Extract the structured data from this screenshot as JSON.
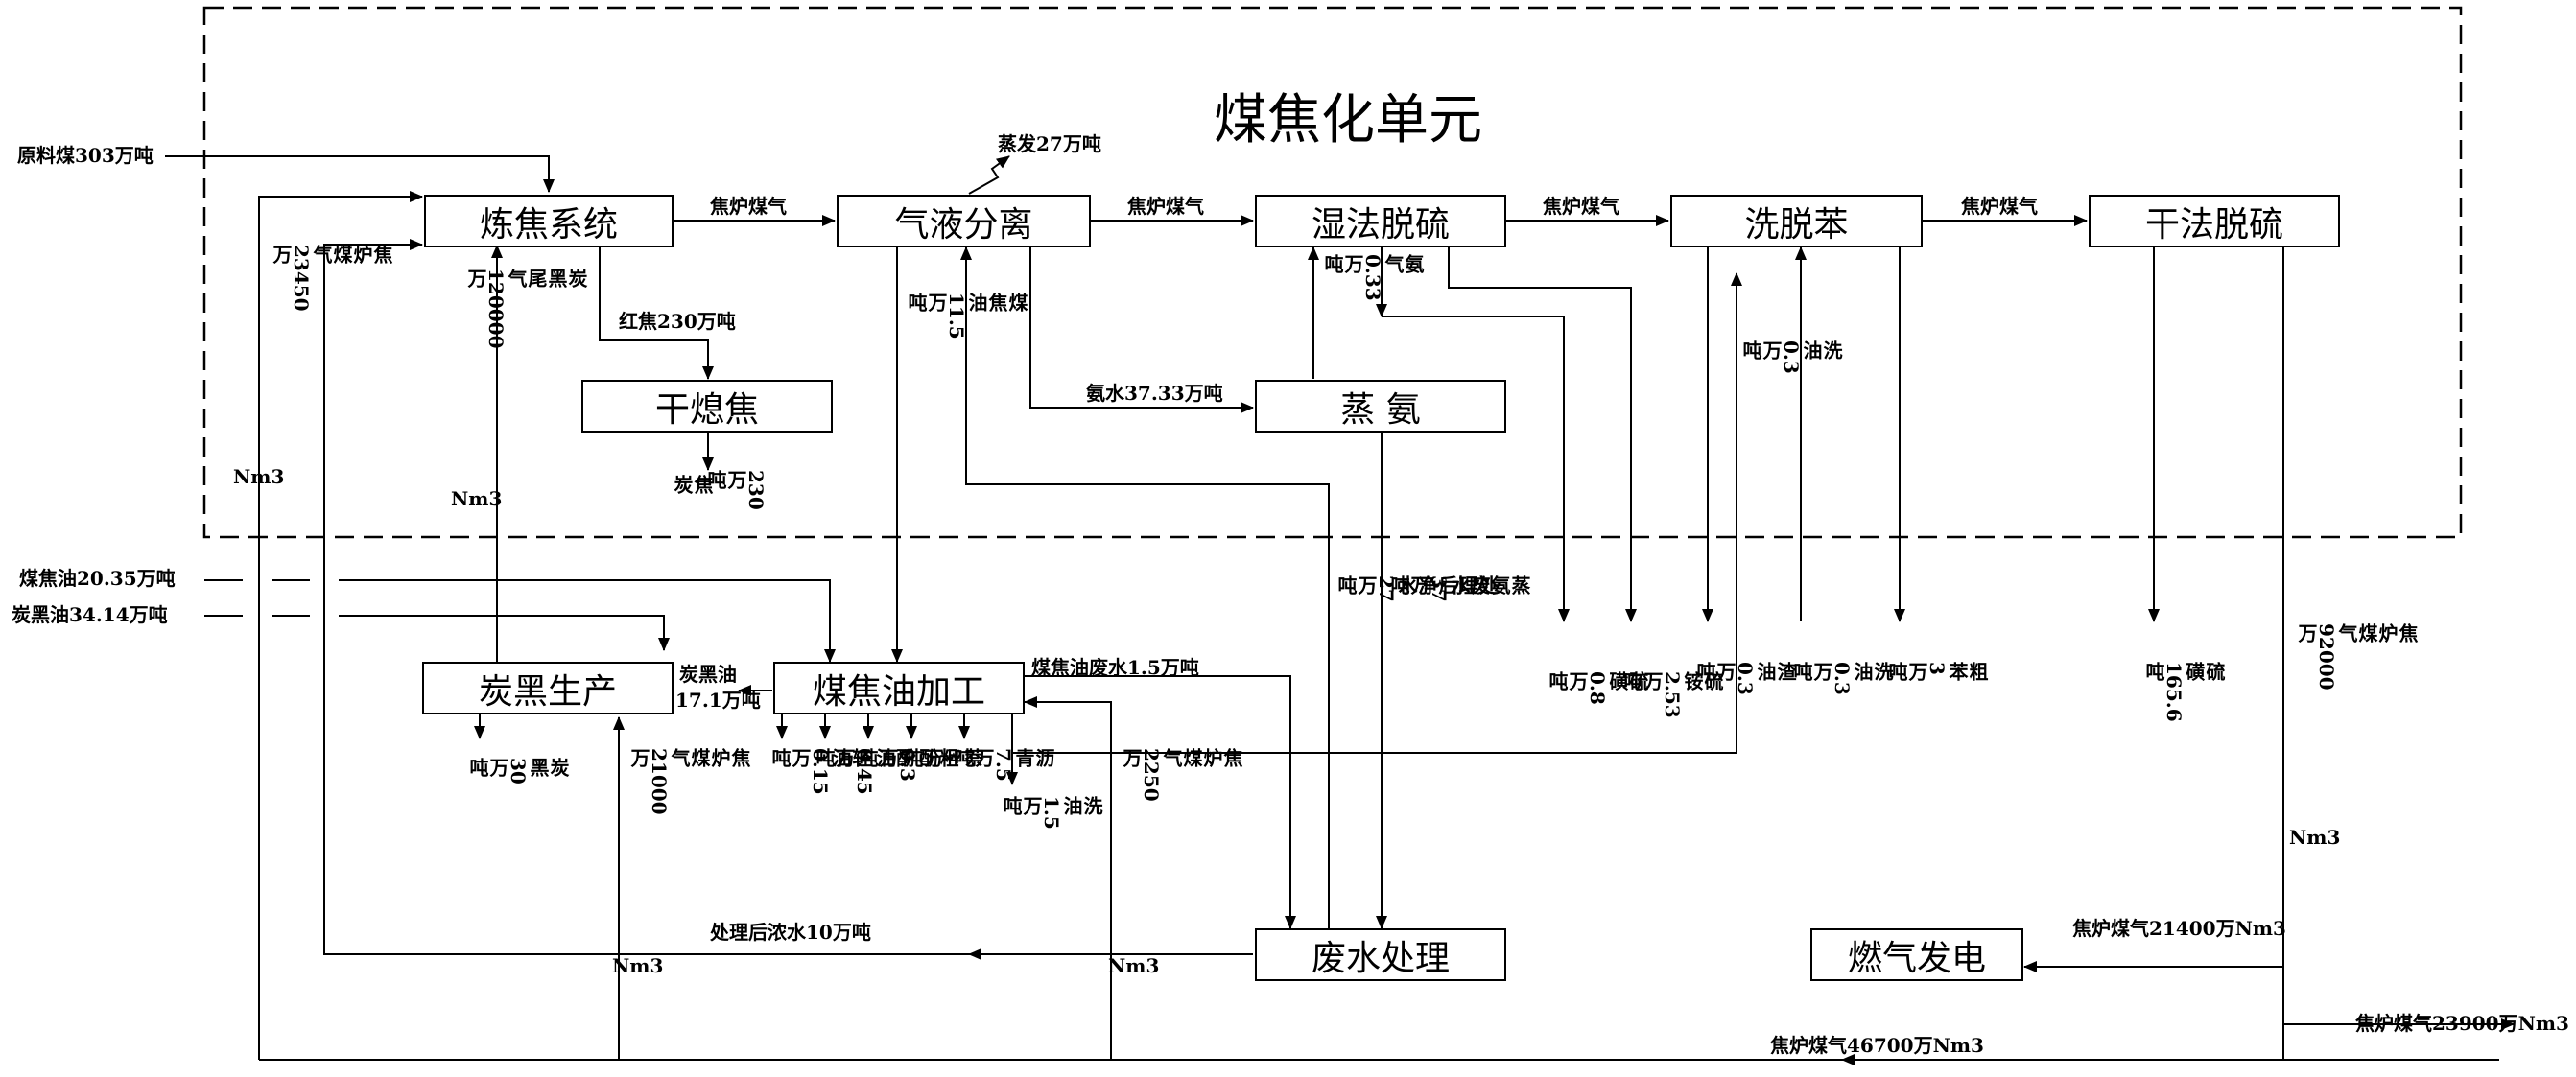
{
  "unit_title": "煤焦化单元",
  "boxes": {
    "lianjiao": "炼焦系统",
    "qiye": "气液分离",
    "shifa": "湿法脱硫",
    "xituoben": "洗脱苯",
    "ganfa": "干法脱硫",
    "ganxijiao": "干熄焦",
    "zhengan": "蒸 氨",
    "tanhei": "炭黑生产",
    "meijiaoyou": "煤焦油加工",
    "feishui": "废水处理",
    "ranqi": "燃气发电"
  },
  "labels": {
    "raw_coal": "原料煤303万吨",
    "gas1": "焦炉煤气",
    "gas2": "焦炉煤气",
    "gas3": "焦炉煤气",
    "gas4": "焦炉煤气",
    "evap": "蒸发27万吨",
    "red_coke": "红焦230万吨",
    "ammonia_water": "氨水37.33万吨",
    "coal_tar_in": "煤焦油20.35万吨",
    "carbon_oil_in": "炭黑油34.14万吨",
    "carbon_oil_17": "炭黑油",
    "carbon_oil_17b": "17.1万吨",
    "tar_waste_water": "煤焦油废水1.5万吨",
    "treated_conc": "处理后浓水10万吨",
    "gas_21400": "焦炉煤气21400万Nm3",
    "gas_46700": "焦炉煤气46700万Nm3",
    "gas_23900": "焦炉煤气23900万Nm3",
    "v_gas_23450": "焦\n炉\n煤\n气\n23450\n万",
    "nm3_a": "Nm3",
    "v_tail_gas": "炭\n黑\n尾\n气\n120000\n万",
    "nm3_b": "Nm3",
    "v_coal_tar": "煤\n焦\n油\n11.5\n万\n吨",
    "v_ammonia_gas": "氨\n气\n0.33\n万\n吨",
    "v_coke_a": "焦\n炭",
    "v_coke_b": "230\n万\n吨",
    "v_wash_oil_in": "洗\n油\n0.3\n万\n吨",
    "v_treated_clean": "处\n理\n后\n净\n水\n27\n万\n吨",
    "v_ammonia_waste": "蒸\n氨\n废\n水\n37\n万\n吨",
    "v_sulfur": "硫\n磺\n0.8\n万\n吨",
    "v_amm_sulfate": "硫\n铵\n2.53\n万\n吨",
    "v_slag_oil": "渣\n油\n0.3\n万\n吨",
    "v_wash_oil_out": "洗\n油\n0.3\n万\n吨",
    "v_crude_benzene": "粗\n苯\n3\n万\n吨",
    "v_sulfur_165": "硫\n磺\n165.6\n吨",
    "v_gas_92000": "焦\n炉\n煤\n气\n92000\n万",
    "nm3_c": "Nm3",
    "v_carbon_black": "炭\n黑\n30\n万\n吨",
    "v_gas_21000": "焦\n炉\n煤\n气\n21000\n万",
    "nm3_d": "Nm3",
    "v_light_oil": "轻\n油\n0.15\n万\n吨",
    "v_phenol_oil": "酚\n油\n0.45\n万\n吨",
    "v_crude_phenol": "粗\n酚\n0.3\n万\n吨",
    "v_naphthalene": "萘\n3\n万\n吨",
    "v_pitch": "沥\n青\n7.5\n万\n吨",
    "v_wash_oil_15": "洗\n油\n1.5\n万\n吨",
    "v_gas_2250": "焦\n炉\n煤\n气\n2250\n万",
    "nm3_e": "Nm3"
  }
}
